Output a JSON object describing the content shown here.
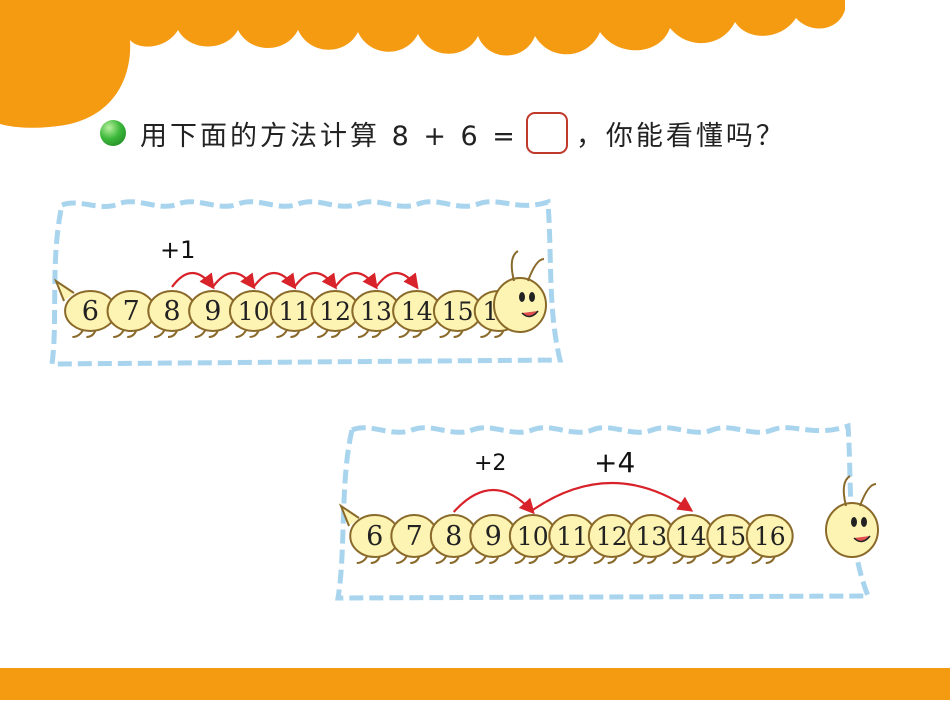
{
  "question": {
    "prefix": "用下面的方法计算 8 + 6 =",
    "suffix": "，你能看懂吗？"
  },
  "diagram_1": {
    "segments": [
      "6",
      "7",
      "8",
      "9",
      "10",
      "11",
      "12",
      "13",
      "14",
      "15",
      "16"
    ],
    "step_label": "+1"
  },
  "diagram_2": {
    "segments": [
      "6",
      "7",
      "8",
      "9",
      "10",
      "11",
      "12",
      "13",
      "14",
      "15",
      "16"
    ],
    "step_label_a": "+2",
    "step_label_b": "+4"
  },
  "colors": {
    "header_blob": "#f59b12",
    "footer_band": "#f59b12",
    "caterpillar_body": "#fdf4b3",
    "outline": "#8a6a2a",
    "arrow": "#d8232a",
    "paper_border": "#a9d4ee",
    "bullet": "#3cb83a"
  }
}
